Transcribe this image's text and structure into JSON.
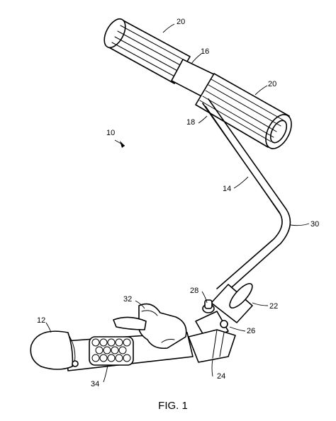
{
  "figure": {
    "caption": "FIG. 1",
    "labels": {
      "assembly": "10",
      "tip": "12",
      "shaft": "14",
      "handle_center": "16",
      "handle_joint": "18",
      "grip_upper": "20",
      "grip_lower": "20",
      "sleeve": "22",
      "housing": "24",
      "hinge_pin": "26",
      "knob": "28",
      "bend": "30",
      "stimulator": "32",
      "beads": "34"
    }
  }
}
